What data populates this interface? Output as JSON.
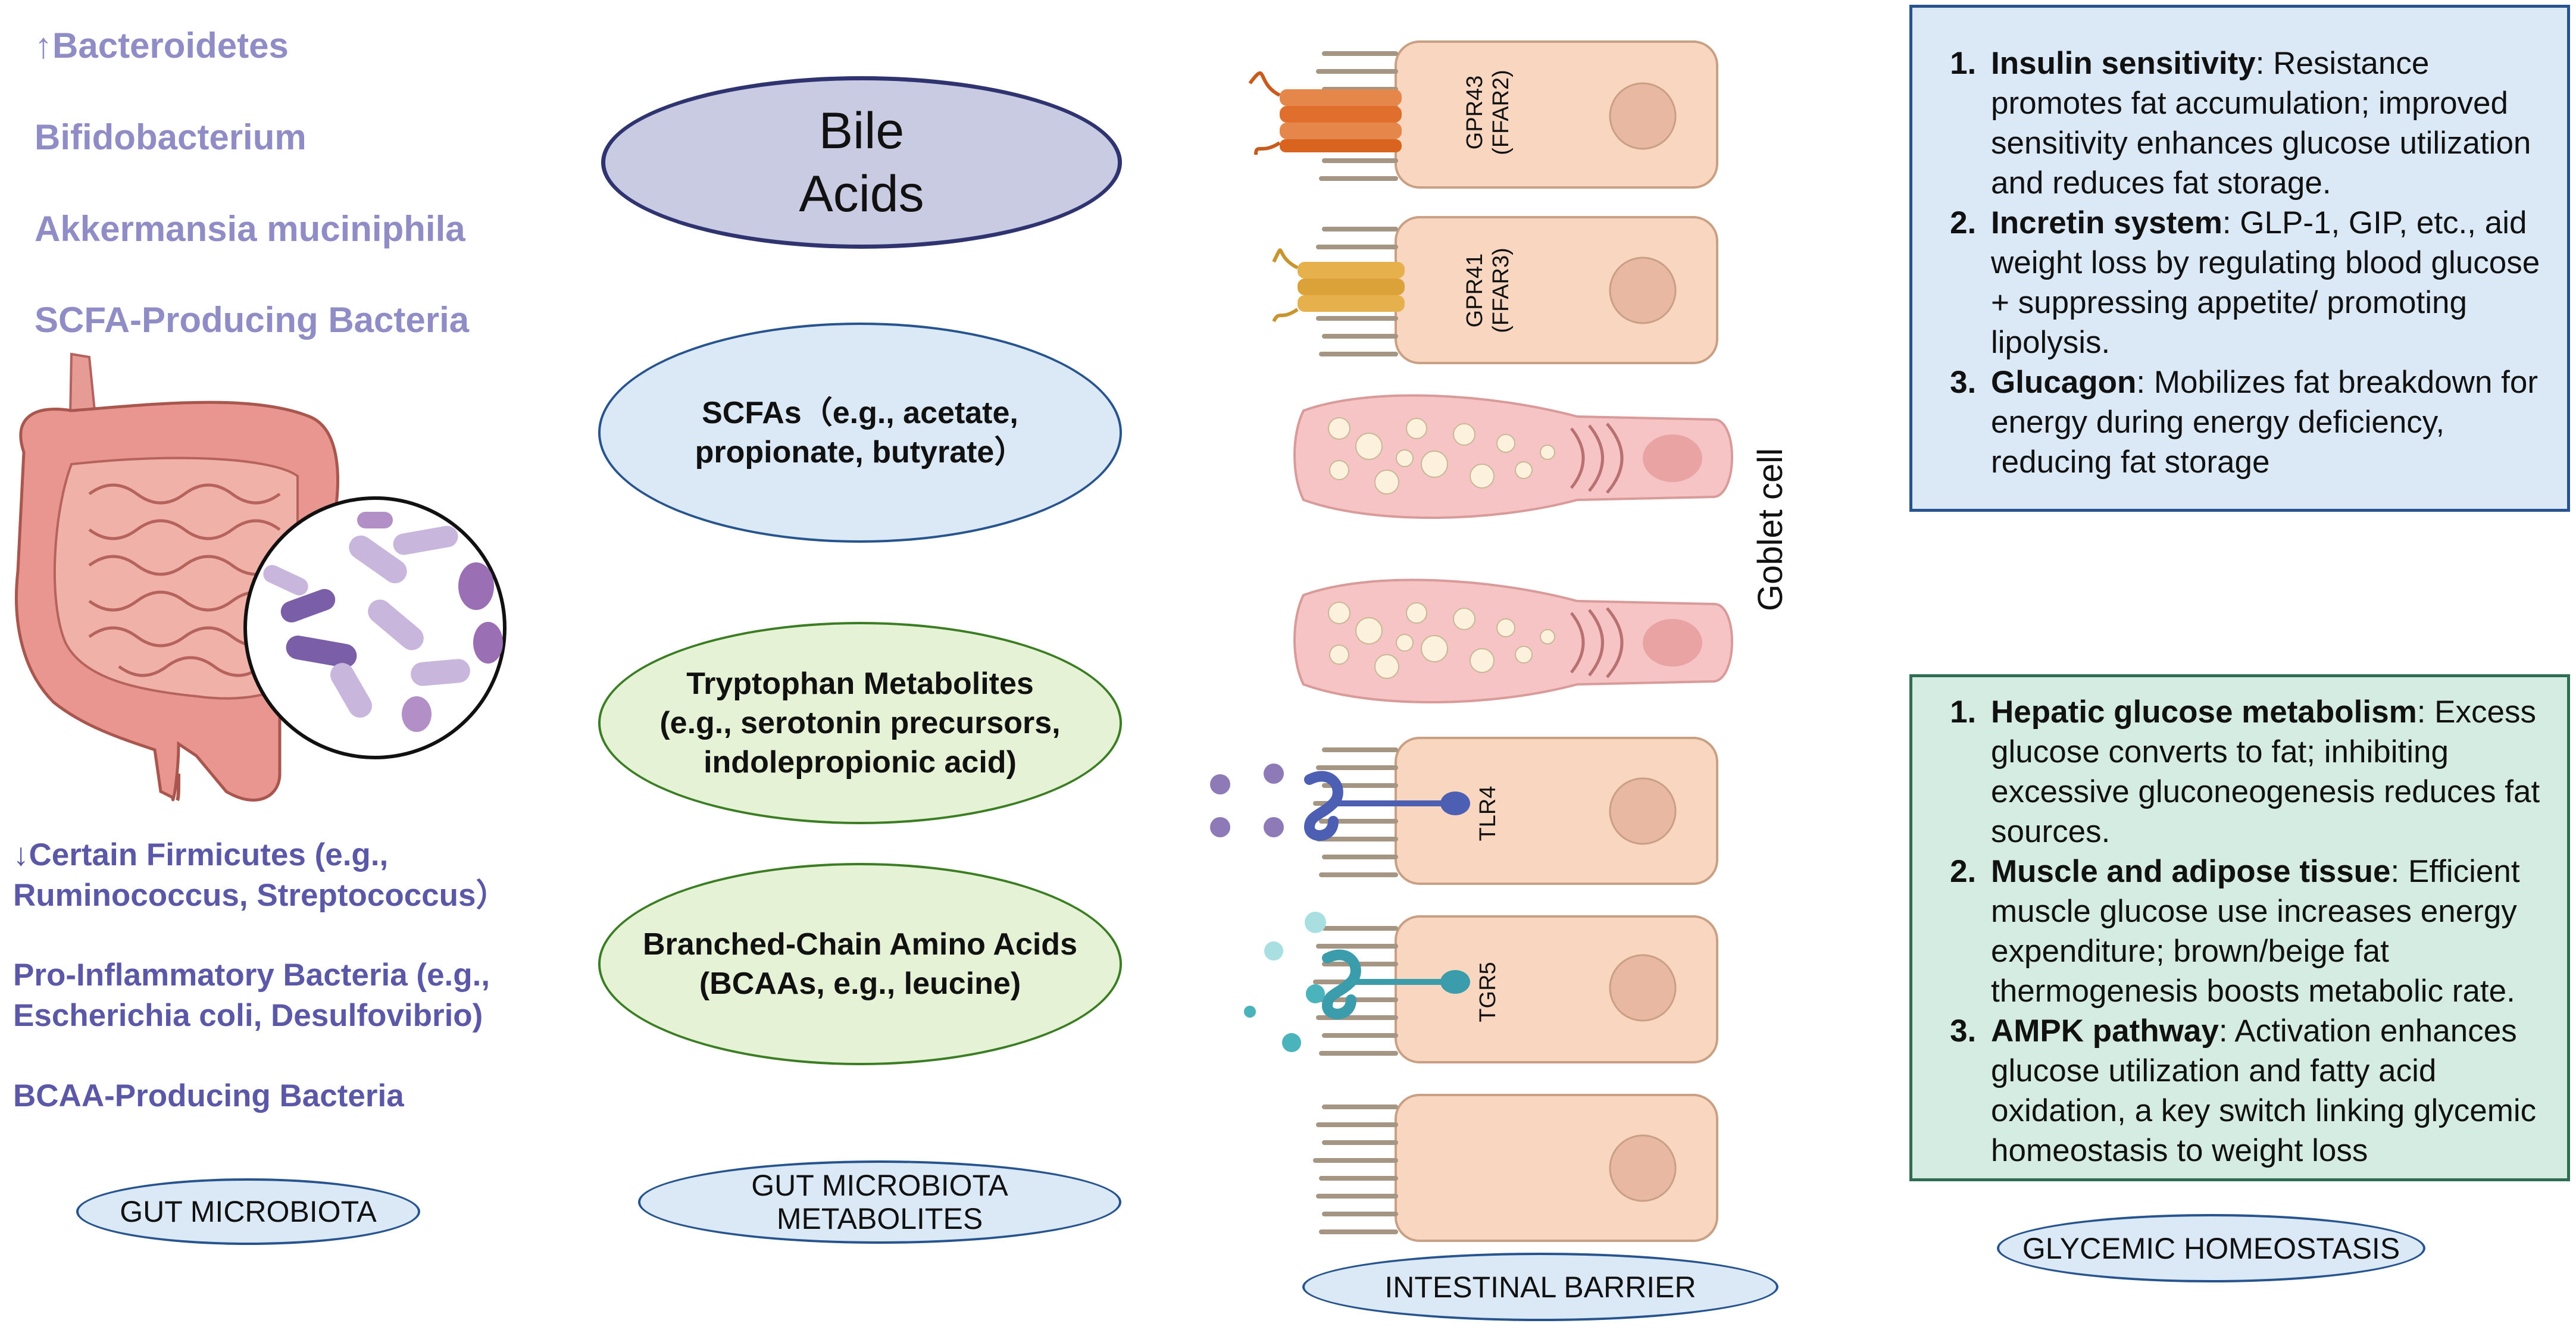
{
  "gut_microbiota": {
    "increased": [
      "↑Bacteroidetes",
      "Bifidobacterium",
      "Akkermansia muciniphila",
      "SCFA-Producing Bacteria"
    ],
    "decreased": [
      "↓Certain Firmicutes (e.g.,",
      "Ruminococcus, Streptococcus）",
      "Pro-Inflammatory Bacteria (e.g.,",
      "Escherichia coli, Desulfovibrio)",
      "BCAA-Producing Bacteria"
    ],
    "label": "GUT MICROBIOTA"
  },
  "metabolites": {
    "bile_acids": [
      "Bile",
      "Acids"
    ],
    "scfas": [
      "SCFAs（e.g., acetate,",
      "propionate, butyrate）"
    ],
    "tryptophan": [
      "Tryptophan Metabolites",
      "(e.g., serotonin precursors,",
      "indolepropionic acid)"
    ],
    "bcaa": [
      "Branched-Chain Amino Acids",
      "(BCAAs, e.g., leucine)"
    ],
    "label": [
      "GUT MICROBIOTA",
      "METABOLITES"
    ]
  },
  "barrier": {
    "receptors": {
      "gpr43": [
        "GPR43",
        "(FFAR2)"
      ],
      "gpr41": [
        "GPR41",
        "(FFAR3)"
      ],
      "tlr4": "TLR4",
      "tgr5": "TGR5"
    },
    "goblet_label": "Goblet cell",
    "label": "INTESTINAL BARRIER"
  },
  "glycemic": {
    "box1": [
      {
        "title": "Insulin sensitivity",
        "text": ": Resistance promotes fat accumulation; improved sensitivity enhances glucose utilization and reduces fat storage."
      },
      {
        "title": "Incretin system",
        "text": ": GLP-1, GIP, etc., aid weight loss by regulating blood glucose + suppressing appetite/ promoting lipolysis."
      },
      {
        "title": "Glucagon",
        "text": ": Mobilizes fat breakdown for energy during energy deficiency, reducing fat storage"
      }
    ],
    "box2": [
      {
        "title": "Hepatic glucose metabolism",
        "text": ": Excess glucose converts to fat; inhibiting excessive gluconeogenesis reduces fat sources."
      },
      {
        "title": "Muscle and adipose tissue",
        "text": ": Efficient muscle glucose use increases energy expenditure; brown/beige fat thermogenesis boosts metabolic rate."
      },
      {
        "title": "AMPK pathway",
        "text": ": Activation enhances glucose utilization and fatty acid oxidation, a key switch linking glycemic homeostasis to weight loss"
      }
    ],
    "label": "GLYCEMIC HOMEOSTASIS"
  },
  "colors": {
    "bacteria_up": "#8f8cc6",
    "bacteria_down": "#5b58a8",
    "bile_fill": "#c9cbe2",
    "scfa_fill": "#dbe9f6",
    "tryp_fill": "#e6f2d6",
    "label_fill": "#dbe9f6",
    "cell_fill": "#f8d6c0",
    "goblet_fill": "#f6c4c4",
    "box1_fill": "#dbe9f6",
    "box2_fill": "#d5ece3"
  }
}
